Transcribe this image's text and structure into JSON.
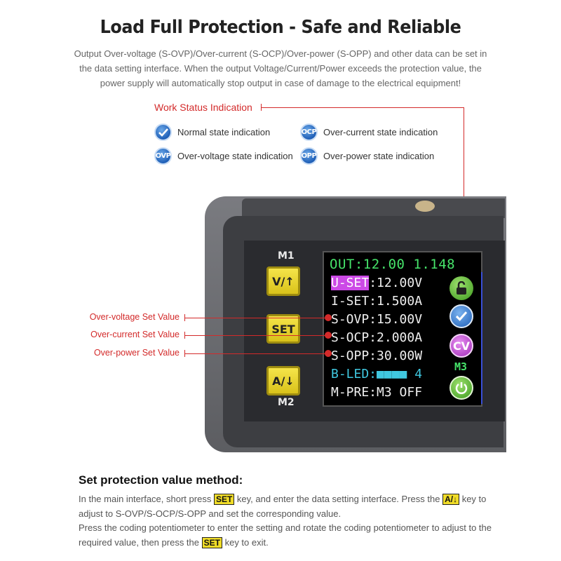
{
  "title": "Load Full Protection - Safe and Reliable",
  "intro": "Output Over-voltage (S-OVP)/Over-current (S-OCP)/Over-power (S-OPP) and other data can be set in the data setting interface. When the output Voltage/Current/Power exceeds the protection value, the power supply will automatically stop output in case of damage to the electrical equipment!",
  "work_status": {
    "title": "Work Status Indication",
    "items": [
      {
        "icon": "check-icon",
        "badge": "",
        "label": "Normal state indication"
      },
      {
        "icon": "ocp-icon",
        "badge": "OCP",
        "label": "Over-current state indication"
      },
      {
        "icon": "ovp-icon",
        "badge": "OVP",
        "label": "Over-voltage state indication"
      },
      {
        "icon": "opp-icon",
        "badge": "OPP",
        "label": "Over-power state indication"
      }
    ]
  },
  "annotations": {
    "ovp": "Over-voltage Set Value",
    "ocp": "Over-current Set Value",
    "opp": "Over-power Set Value"
  },
  "device": {
    "m1": "M1",
    "m2": "M2",
    "btn_v": "V/↑",
    "btn_set": "SET",
    "btn_a": "A/↓"
  },
  "screen": {
    "out": "OUT:12.00 1.148",
    "u_set_label": "U-SET",
    "u_set_value": ":12.00V",
    "i_set": "I-SET:1.500A",
    "s_ovp": "S-OVP:15.00V",
    "s_ocp": "S-OCP:2.000A",
    "s_opp": "S-OPP:30.00W",
    "b_led": "B-LED:■■■■ 4",
    "m_pre": "M-PRE:M3 OFF",
    "cv": "CV",
    "m3": "M3"
  },
  "colors": {
    "accent_red": "#d32a2a",
    "button_yellow": "#f0dc28",
    "screen_green": "#46e36a",
    "highlight_magenta": "#cc49e6"
  },
  "method": {
    "title": "Set protection value method:",
    "p1_a": "In the main interface, short press",
    "p1_key1": "SET",
    "p1_b": "key, and enter the data setting interface. Press the",
    "p1_key2": "A/↓",
    "p1_c": "key to adjust to S-OVP/S-OCP/S-OPP and set the corresponding value.",
    "p2_a": "Press the coding potentiometer to enter the setting and rotate the coding potentiometer to adjust to the required value, then press the",
    "p2_key": "SET",
    "p2_b": "key to exit."
  }
}
